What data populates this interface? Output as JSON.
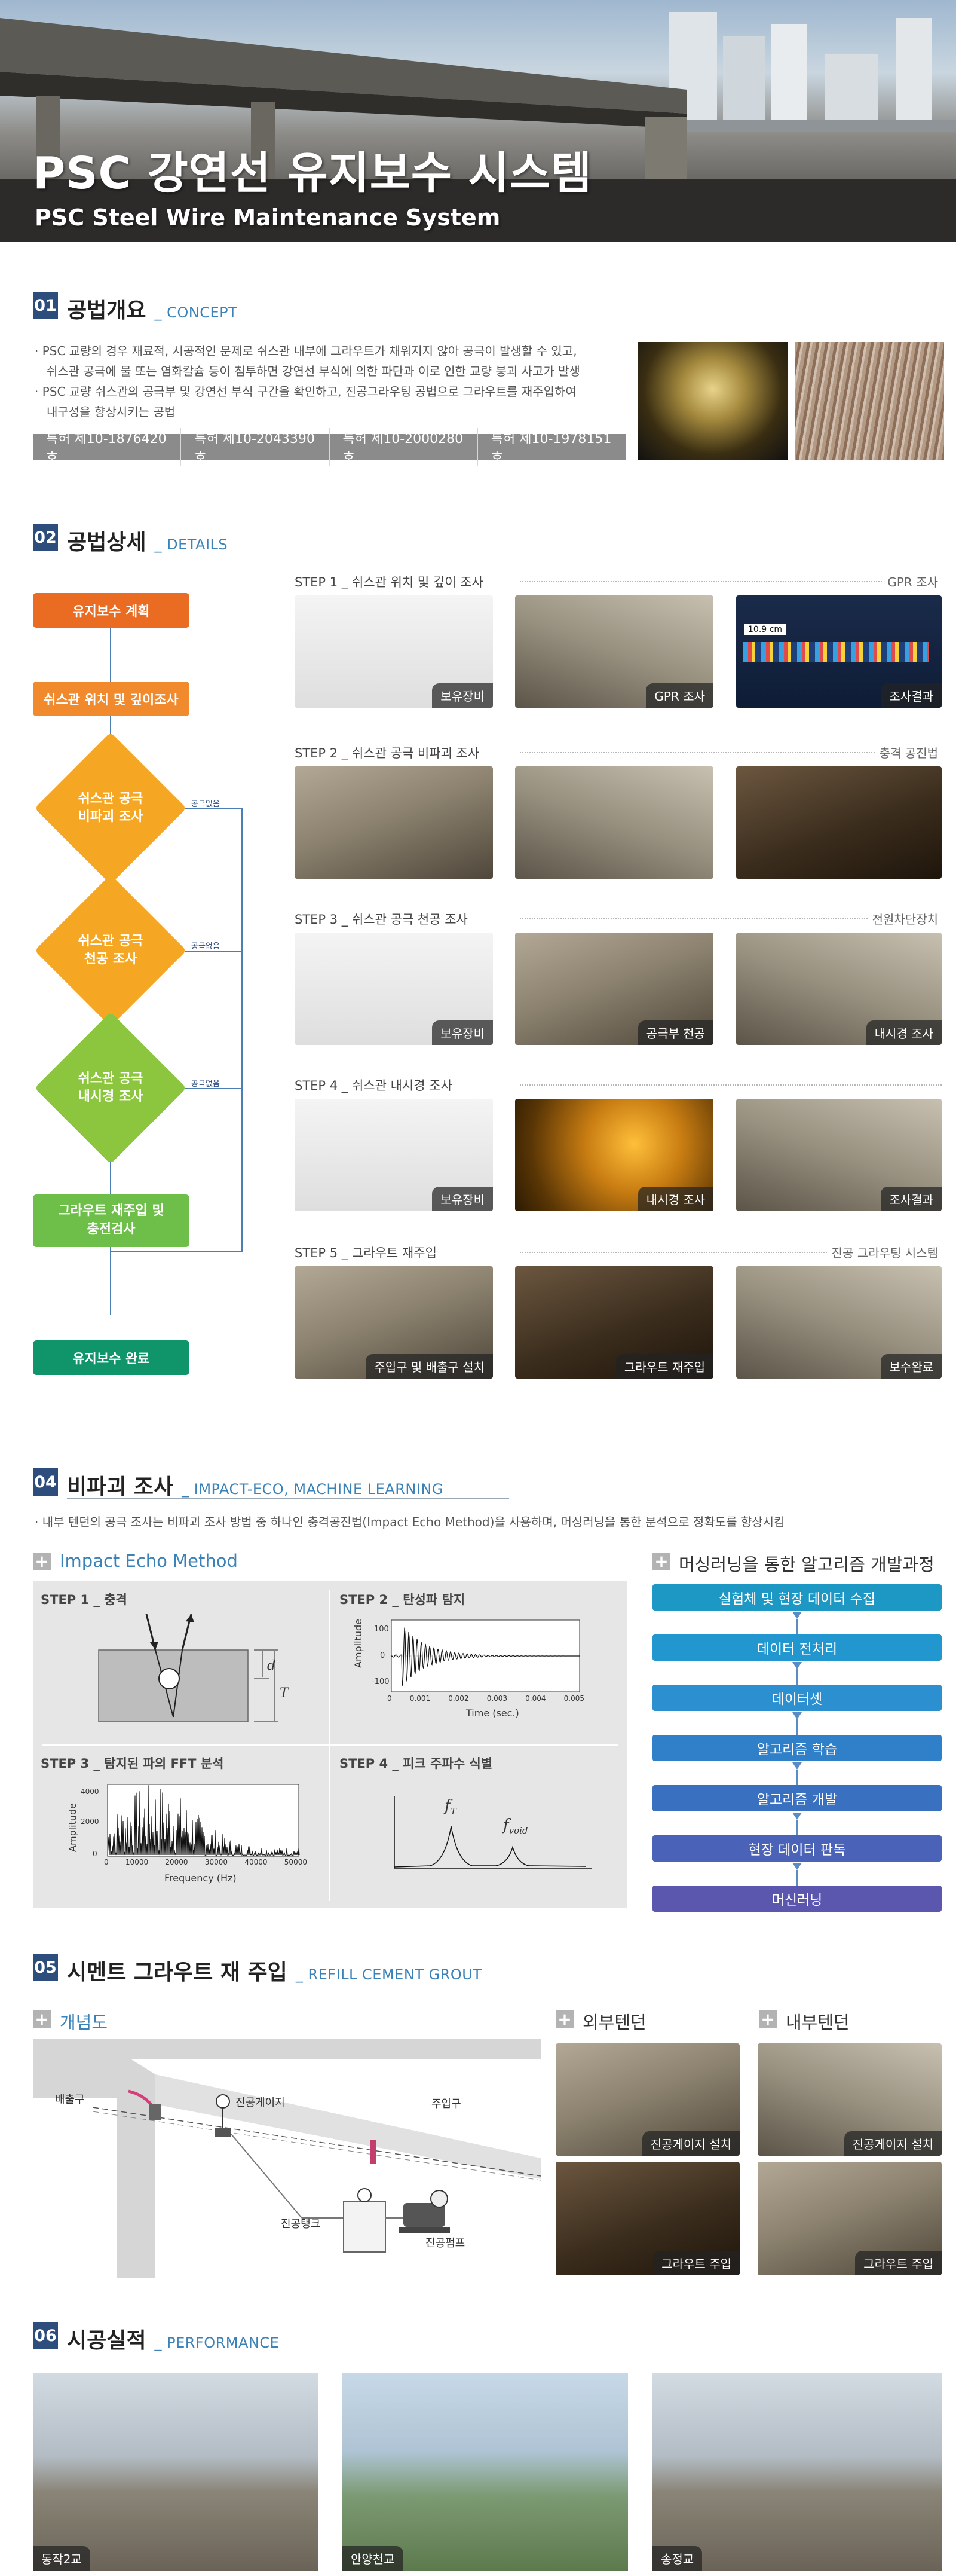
{
  "header": {
    "title_ko": "PSC 강연선 유지보수 시스템",
    "title_en": "PSC Steel Wire Maintenance System"
  },
  "s01": {
    "num": "01",
    "title": "공법개요",
    "en": "_ CONCEPT",
    "bullet1": "PSC 교량의 경우 재료적, 시공적인 문제로 쉬스관 내부에 그라우트가 채워지지 않아 공극이 발생할 수 있고,",
    "bullet1b": "쉬스관 공극에 물 또는 염화칼슘 등이 침투하면 강연선 부식에 의한 파단과 이로 인한 교량 붕괴 사고가 발생",
    "bullet2": "PSC 교량 쉬스관의 공극부 및 강연선 부식 구간을 확인하고, 진공그라우팅 공법으로 그라우트를 재주입하여",
    "bullet2b": "내구성을 향상시키는 공법",
    "patents": [
      "특허 제10-1876420호",
      "특허 제10-2043390호",
      "특허 제10-2000280호",
      "특허 제10-1978151호"
    ]
  },
  "s02": {
    "num": "02",
    "title": "공법상세",
    "en": "_ DETAILS",
    "flow": {
      "plan": "유지보수 계획",
      "locate": "쉬스관 위치 및 깊이조사",
      "ndt1": "쉬스관 공극",
      "ndt2": "비파괴 조사",
      "drill1": "쉬스관 공극",
      "drill2": "천공 조사",
      "endo1": "쉬스관 공극",
      "endo2": "내시경 조사",
      "grout1": "그라우트 재주입 및",
      "grout2": "충전검사",
      "done": "유지보수 완료",
      "branch1": "공극없음",
      "branch2": "공극없음",
      "branch3": "공극없음"
    },
    "steps": [
      {
        "label": "STEP 1 _ 쉬스관 위치 및 깊이 조사",
        "right": "GPR 조사",
        "caps": [
          "보유장비",
          "GPR 조사",
          "조사결과"
        ]
      },
      {
        "label": "STEP 2 _ 쉬스관 공극 비파괴 조사",
        "right": "충격 공진법",
        "caps": [
          "",
          "",
          ""
        ]
      },
      {
        "label": "STEP 3 _ 쉬스관 공극 천공 조사",
        "right": "전원차단장치",
        "caps": [
          "보유장비",
          "공극부 천공",
          "내시경 조사"
        ]
      },
      {
        "label": "STEP 4 _ 쉬스관 내시경 조사",
        "right": "",
        "caps": [
          "보유장비",
          "내시경 조사",
          "조사결과"
        ]
      },
      {
        "label": "STEP 5 _ 그라우트 재주입",
        "right": "진공 그라우팅 시스템",
        "caps": [
          "주입구 및 배출구 설치",
          "그라우트 재주입",
          "보수완료"
        ]
      }
    ],
    "gpr_readout": "10.9 cm"
  },
  "s04": {
    "num": "04",
    "title": "비파괴 조사",
    "en": "_ IMPACT-ECO, MACHINE LEARNING",
    "bullet": "내부 텐던의 공극 조사는 비파괴 조사 방법 중 하나인 충격공진법(Impact Echo Method)을 사용하며, 머싱러닝을 통한 분석으로 정확도를 향상시킴",
    "impact_title": "Impact Echo Method",
    "ml_title": "머싱러닝을 통한 알고리즘 개발과정",
    "step1": "STEP 1 _ 충격",
    "step2": "STEP 2 _ 탄성파 탐지",
    "step3": "STEP 3 _ 탐지된 파의 FFT 분석",
    "step4": "STEP 4 _ 피크 주파수 식별",
    "d": "d",
    "T": "T",
    "amp": "Amplitude",
    "time": "Time (sec.)",
    "freq": "Frequency (Hz)",
    "ticks_amp": [
      "100",
      "0",
      "-100"
    ],
    "ticks_time": [
      "0",
      "0.001",
      "0.002",
      "0.003",
      "0.004",
      "0.005"
    ],
    "ticks_fft_y": [
      "4000",
      "2000",
      "0"
    ],
    "ticks_fft_x": [
      "0",
      "10000",
      "20000",
      "30000",
      "40000",
      "50000"
    ],
    "fT": "f",
    "fT_sub": "T",
    "fvoid": "f",
    "fvoid_sub": "void",
    "ml_steps": [
      "실험체 및 현장 데이터 수집",
      "데이터 전처리",
      "데이터셋",
      "알고리즘 학습",
      "알고리즘 개발",
      "현장 데이터 판독",
      "머신러닝"
    ]
  },
  "s05": {
    "num": "05",
    "title": "시멘트 그라우트 재 주입",
    "en": "_ REFILL CEMENT GROUT",
    "concept": "개념도",
    "outer": "외부텐던",
    "inner": "내부텐던",
    "lbl_out": "배출구",
    "lbl_gauge": "진공게이지",
    "lbl_in": "주입구",
    "lbl_tank": "진공탱크",
    "lbl_pump": "진공펌프",
    "caps": [
      "진공게이지 설치",
      "진공게이지 설치",
      "그라우트 주입",
      "그라우트 주입"
    ]
  },
  "s06": {
    "num": "06",
    "title": "시공실적",
    "en": "_ PERFORMANCE",
    "caps": [
      "동작2교",
      "안양천교",
      "송정교"
    ]
  }
}
